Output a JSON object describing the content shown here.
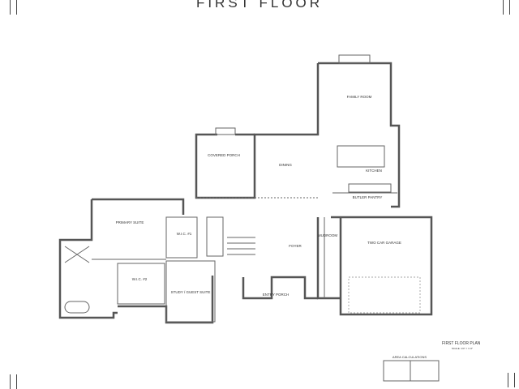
{
  "header": {
    "title": "FIRST FLOOR"
  },
  "rooms": {
    "family_room": "FAMILY ROOM",
    "covered_porch": "COVERED PORCH",
    "dining": "DINING",
    "kitchen": "KITCHEN",
    "butler_pantry": "BUTLER PANTRY",
    "primary_suite": "PRIMARY SUITE",
    "wic1": "W.I.C. #1",
    "wic2": "W.I.C. #2",
    "study": "STUDY / GUEST SUITE",
    "foyer": "FOYER",
    "entry_porch": "ENTRY PORCH",
    "mudroom": "MUDROOM",
    "garage": "TWO CAR GARAGE"
  },
  "titleblock": {
    "plan_title": "FIRST FLOOR PLAN",
    "scale": "SCALE: 1/4\" = 1'-0\"",
    "area_title": "AREA CALCULATIONS"
  }
}
